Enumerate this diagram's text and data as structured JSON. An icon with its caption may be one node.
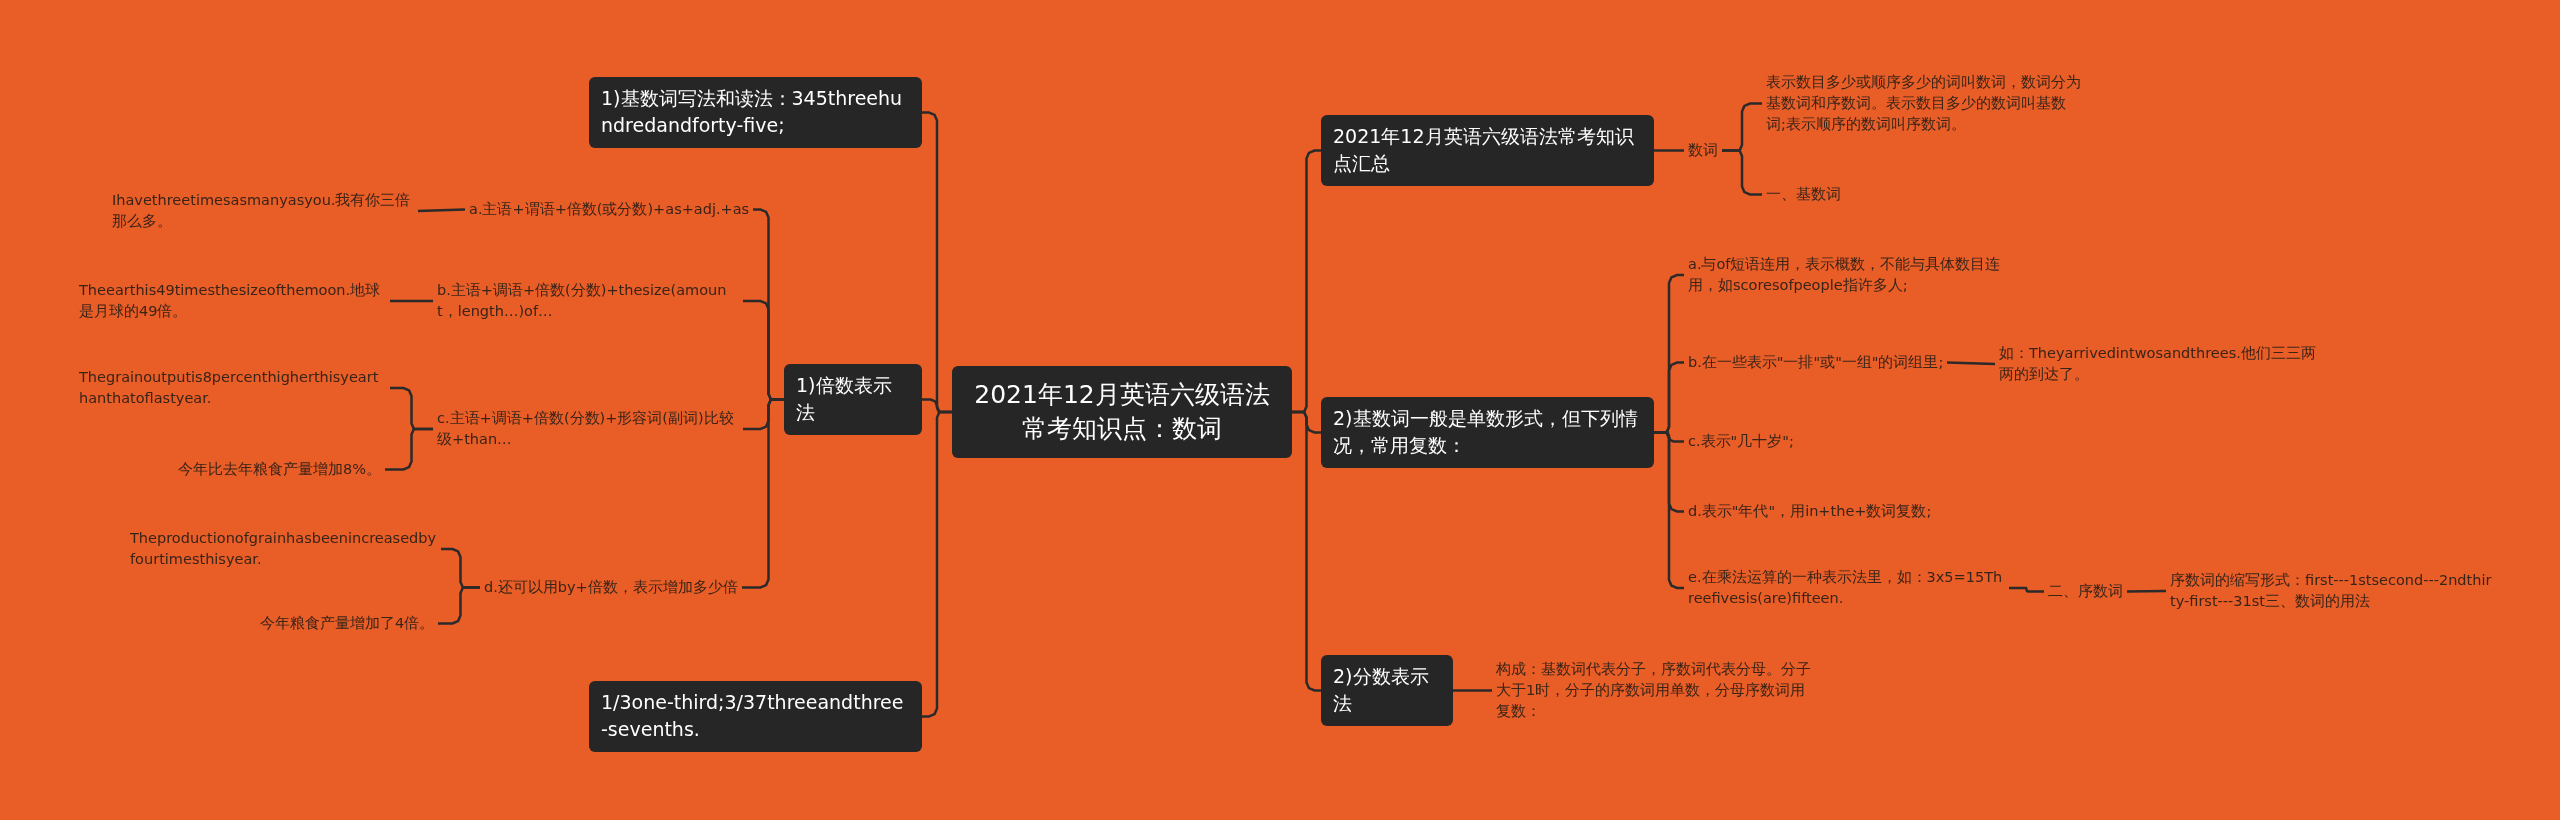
{
  "diagram": {
    "nodes": [
      {
        "text": [
          "2021年12月英语六级语法常考知识点：数词"
        ]
      },
      {
        "text": [
          "1)基数词写法和读法：345threehundredandforty-five;"
        ]
      },
      {
        "text": [
          "1)倍数表示法"
        ]
      },
      {
        "text": [
          "a.主语+谓语+倍数(或分数)+as+adj.+as"
        ]
      },
      {
        "text": [
          "Ihavethreetimesasmanyasyou.我有你三倍那么多。"
        ]
      },
      {
        "text": [
          "b.主语+调语+倍数(分数)+thesize(amount，length…)of…"
        ]
      },
      {
        "text": [
          "Theearthis49timesthesizeofthemoon.地球是月球的49倍。"
        ]
      },
      {
        "text": [
          "c.主语+调语+倍数(分数)+形容词(副词)比较级+than…"
        ]
      },
      {
        "text": [
          "Thegrainoutputis8percenthigherthisyearthanthatoflastyear."
        ]
      },
      {
        "text": [
          "今年比去年粮食产量增加8%。"
        ]
      },
      {
        "text": [
          "d.还可以用by+倍数，表示增加多少倍"
        ]
      },
      {
        "text": [
          "Theproductionofgrainhasbeenincreasedbyfourtimesthisyear."
        ]
      },
      {
        "text": [
          "今年粮食产量增加了4倍。"
        ]
      },
      {
        "text": [
          "1/3one-third;3/37threeandthree-sevenths."
        ]
      },
      {
        "text": [
          "2021年12月英语六级语法常考知识点汇总"
        ]
      },
      {
        "text": [
          "数词"
        ]
      },
      {
        "text": [
          "表示数目多少或顺序多少的词叫数词，数词分为基数词和序数词。表示数目多少的数词叫基数词;表示顺序的数词叫序数词。"
        ]
      },
      {
        "text": [
          "一、基数词"
        ]
      },
      {
        "text": [
          "2)基数词一般是单数形式，但下列情况，常用复数："
        ]
      },
      {
        "text": [
          "a.与of短语连用，表示概数，不能与具体数目连用，如scoresofpeople指许多人;"
        ]
      },
      {
        "text": [
          "b.在一些表示\"一排\"或\"一组\"的词组里;"
        ]
      },
      {
        "text": [
          "如：Theyarrivedintwosandthrees.他们三三两两的到达了。"
        ]
      },
      {
        "text": [
          "c.表示\"几十岁\";"
        ]
      },
      {
        "text": [
          "d.表示\"年代\"，用in+the+数词复数;"
        ]
      },
      {
        "text": [
          "e.在乘法运算的一种表示法里，如：3x5=15Threefivesis(are)fifteen."
        ]
      },
      {
        "text": [
          "二、序数词"
        ]
      },
      {
        "text": [
          "序数词的缩写形式：first---1stsecond---2ndthirty-first---31st三、数词的用法"
        ]
      },
      {
        "text": [
          "2)分数表示法"
        ]
      },
      {
        "text": [
          "构成：基数词代表分子，序数词代表分母。分子大于1时，分子的序数词用单数，分母序数词用复数："
        ]
      }
    ],
    "edges": [
      {
        "from": 0,
        "to": 1,
        "arrow": "none"
      },
      {
        "from": 0,
        "to": 2,
        "arrow": "none"
      },
      {
        "from": 2,
        "to": 3,
        "arrow": "none"
      },
      {
        "from": 3,
        "to": 4,
        "arrow": "none"
      },
      {
        "from": 2,
        "to": 5,
        "arrow": "none"
      },
      {
        "from": 5,
        "to": 6,
        "arrow": "none"
      },
      {
        "from": 2,
        "to": 7,
        "arrow": "none"
      },
      {
        "from": 7,
        "to": 8,
        "arrow": "none"
      },
      {
        "from": 7,
        "to": 9,
        "arrow": "none"
      },
      {
        "from": 2,
        "to": 10,
        "arrow": "none"
      },
      {
        "from": 10,
        "to": 11,
        "arrow": "none"
      },
      {
        "from": 10,
        "to": 12,
        "arrow": "none"
      },
      {
        "from": 0,
        "to": 13,
        "arrow": "none"
      },
      {
        "from": 0,
        "to": 14,
        "arrow": "none"
      },
      {
        "from": 14,
        "to": 15,
        "arrow": "none"
      },
      {
        "from": 15,
        "to": 16,
        "arrow": "none"
      },
      {
        "from": 15,
        "to": 17,
        "arrow": "none"
      },
      {
        "from": 0,
        "to": 18,
        "arrow": "none"
      },
      {
        "from": 18,
        "to": 19,
        "arrow": "none"
      },
      {
        "from": 18,
        "to": 20,
        "arrow": "none"
      },
      {
        "from": 20,
        "to": 21,
        "arrow": "none"
      },
      {
        "from": 18,
        "to": 22,
        "arrow": "none"
      },
      {
        "from": 18,
        "to": 23,
        "arrow": "none"
      },
      {
        "from": 18,
        "to": 24,
        "arrow": "none"
      },
      {
        "from": 24,
        "to": 25,
        "arrow": "none"
      },
      {
        "from": 25,
        "to": 26,
        "arrow": "none"
      },
      {
        "from": 0,
        "to": 27,
        "arrow": "none"
      },
      {
        "from": 27,
        "to": 28,
        "arrow": "none"
      }
    ]
  }
}
